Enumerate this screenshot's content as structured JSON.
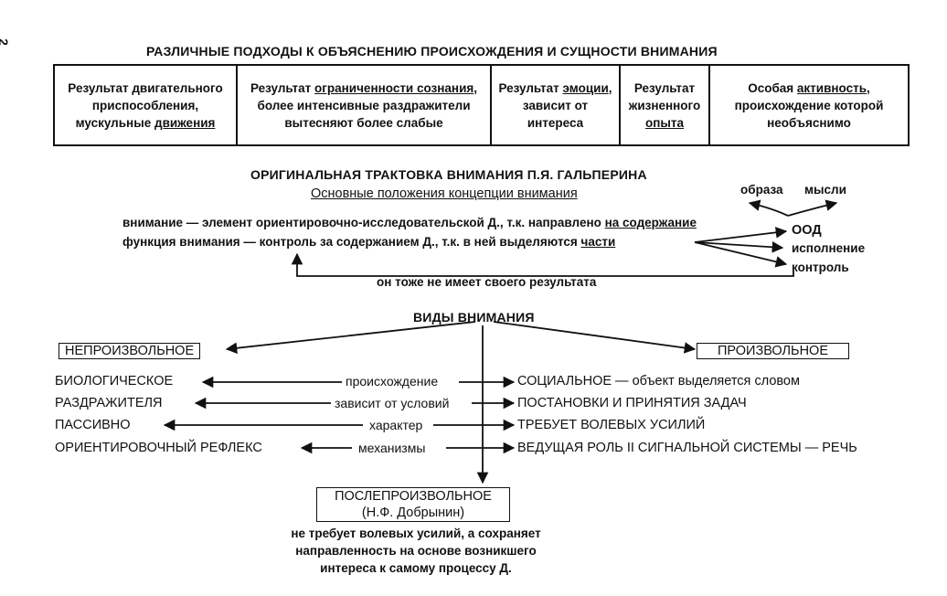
{
  "page_marker": "2",
  "section1": {
    "title": "РАЗЛИЧНЫЕ ПОДХОДЫ К ОБЪЯСНЕНИЮ ПРОИСХОЖДЕНИЯ И СУЩНОСТИ ВНИМАНИЯ",
    "cells": [
      {
        "pre": "Результат двигательного приспособления, мускульные ",
        "key": "движения",
        "post": ""
      },
      {
        "pre": "Результат ",
        "key": "ограниченности сознания",
        "post": ", более интенсивные раздражители вытесняют более слабые"
      },
      {
        "pre": "Результат ",
        "key": "эмоции",
        "post": ", зависит от интереса"
      },
      {
        "pre": "Результат жизненного ",
        "key": "опыта",
        "post": ""
      },
      {
        "pre": "Особая ",
        "key": "активность",
        "post": ", происхождение которой необъяснимо"
      }
    ]
  },
  "section2": {
    "title": "ОРИГИНАЛЬНАЯ ТРАКТОВКА ВНИМАНИЯ П.Я. ГАЛЬПЕРИНА",
    "subtitle": "Основные положения концепции внимания",
    "line1_pre": "внимание — элемент ориентировочно-исследовательской Д., т.к. направлено ",
    "line1_key": "на содержание",
    "line2_pre": "функция внимания — контроль за содержанием Д., т.к. в ней выделяются ",
    "line2_key": "части",
    "content_a": "образа",
    "content_b": "мысли",
    "parts": [
      "ООД",
      "исполнение",
      "контроль"
    ],
    "loop_text": "он тоже не имеет своего результата"
  },
  "section3": {
    "title": "ВИДЫ ВНИМАНИЯ",
    "left_type": "НЕПРОИЗВОЛЬНОЕ",
    "right_type": "ПРОИЗВОЛЬНОЕ",
    "rows": [
      {
        "left": "БИОЛОГИЧЕСКОЕ",
        "criterion": "происхождение",
        "right": "СОЦИАЛЬНОЕ — объект выделяется словом"
      },
      {
        "left": "РАЗДРАЖИТЕЛЯ",
        "criterion": "зависит от условий",
        "right": "ПОСТАНОВКИ И ПРИНЯТИЯ ЗАДАЧ"
      },
      {
        "left": "ПАССИВНО",
        "criterion": "характер",
        "right": "ТРЕБУЕТ ВОЛЕВЫХ УСИЛИЙ"
      },
      {
        "left": "ОРИЕНТИРОВОЧНЫЙ РЕФЛЕКС",
        "criterion": "механизмы",
        "right": "ВЕДУЩАЯ РОЛЬ II СИГНАЛЬНОЙ СИСТЕМЫ — РЕЧЬ"
      }
    ],
    "post_type": "ПОСЛЕПРОИЗВОЛЬНОЕ",
    "post_author": "(Н.Ф. Добрынин)",
    "post_desc": [
      "не требует волевых усилий, а сохраняет",
      "направленность на основе возникшего",
      "интереса к самому процессу Д."
    ]
  }
}
